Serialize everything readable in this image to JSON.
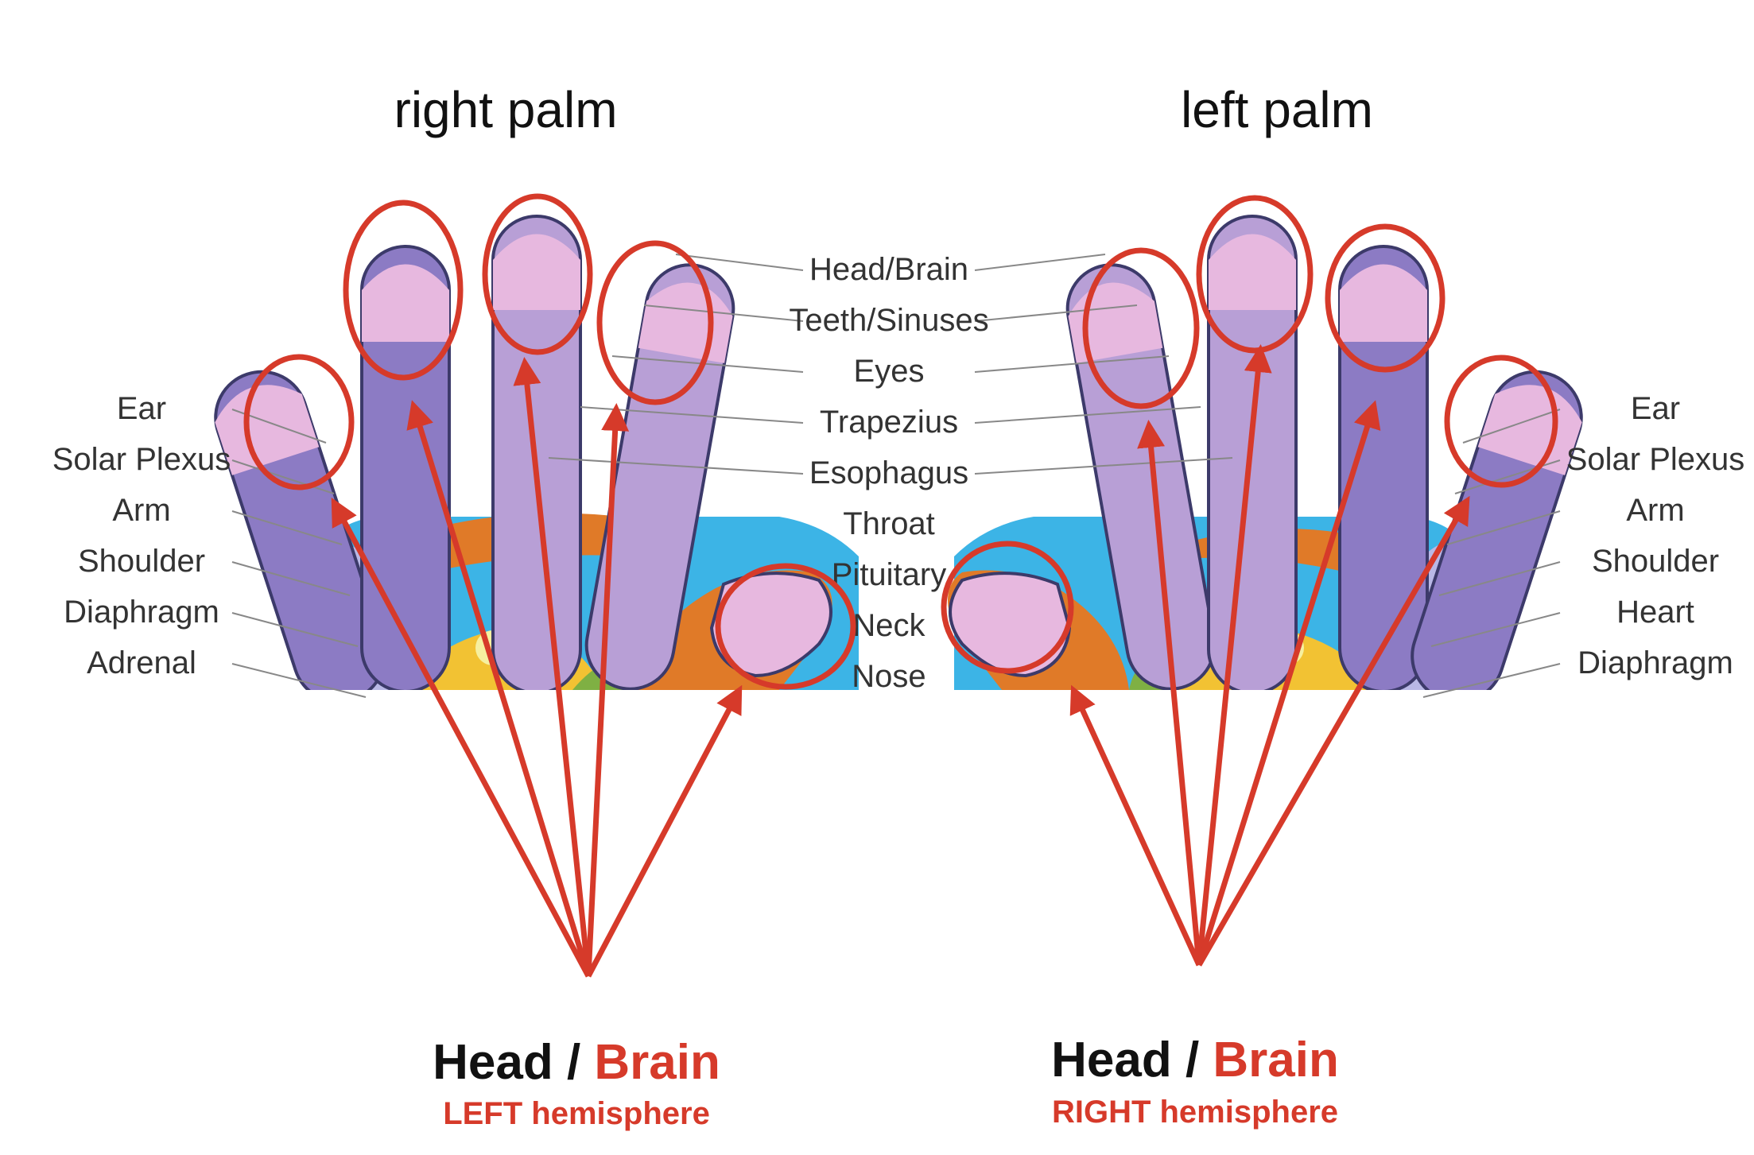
{
  "titles": {
    "right_palm": "right palm",
    "left_palm": "left palm"
  },
  "center_labels": [
    "Head/Brain",
    "Teeth/Sinuses",
    "Eyes",
    "Trapezius",
    "Esophagus",
    "Throat",
    "Pituitary",
    "Neck",
    "Nose"
  ],
  "left_side_labels": [
    "Ear",
    "Solar Plexus",
    "Arm",
    "Shoulder",
    "Diaphragm",
    "Adrenal"
  ],
  "right_side_labels": [
    "Ear",
    "Solar Plexus",
    "Arm",
    "Shoulder",
    "Heart",
    "Diaphragm"
  ],
  "captions": {
    "left": {
      "head": "Head / ",
      "brain": "Brain",
      "hemisphere": "LEFT hemisphere"
    },
    "right": {
      "head": "Head / ",
      "brain": "Brain",
      "hemisphere": "RIGHT hemisphere"
    }
  },
  "colors": {
    "finger_purple": "#8c7bc4",
    "finger_lavender": "#b89fd6",
    "fingertip_pink": "#e7b8df",
    "tip_band": "#c77cc4",
    "palm_blue": "#3cb4e6",
    "palm_orange": "#e07a28",
    "palm_yellow": "#f2c233",
    "palm_green": "#7fb043",
    "highlight_red": "#d63a2a",
    "brain_red": "#d63a2a"
  }
}
